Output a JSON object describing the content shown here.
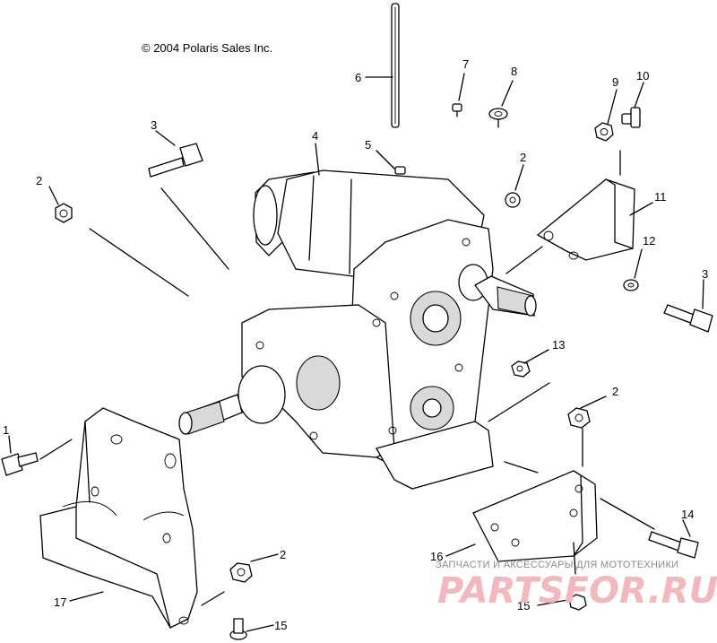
{
  "copyright": "© 2004 Polaris Sales Inc.",
  "watermark": {
    "tagline": "ЗАПЧАСТИ И АКСЕССУАРЫ ДЛЯ МОТОТЕХНИКИ",
    "logo": "PARTSFOR.RU"
  },
  "callouts": [
    "1",
    "2",
    "3",
    "4",
    "5",
    "6",
    "7",
    "8",
    "9",
    "10",
    "11",
    "12",
    "13",
    "14",
    "15",
    "16",
    "17"
  ],
  "labels": {
    "l1": "1",
    "l2a": "2",
    "l2b": "2",
    "l2c": "2",
    "l2d": "2",
    "l3a": "3",
    "l3b": "3",
    "l4": "4",
    "l5": "5",
    "l6": "6",
    "l7": "7",
    "l8": "8",
    "l9": "9",
    "l10": "10",
    "l11": "11",
    "l12": "12",
    "l13": "13",
    "l14": "14",
    "l15a": "15",
    "l15b": "15",
    "l16": "16",
    "l17": "17"
  },
  "colors": {
    "ink": "#000000",
    "watermark_logo": "#f2b8bd",
    "watermark_text": "#8a8a8a"
  }
}
